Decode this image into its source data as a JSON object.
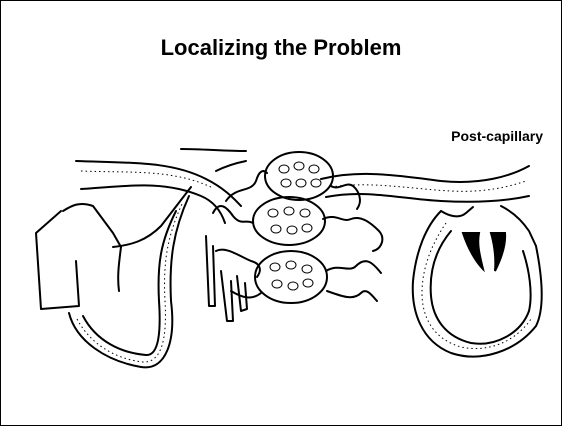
{
  "slide": {
    "title": "Localizing the Problem",
    "label": "Post-capillary"
  },
  "diagram": {
    "subject": "heart and circulation schematic",
    "highlight_color": "#000000",
    "parts": [
      "right-heart",
      "pulmonary-artery",
      "pulmonary-capillary-bed",
      "pulmonary-vein",
      "left-heart",
      "mitral-valve"
    ]
  }
}
